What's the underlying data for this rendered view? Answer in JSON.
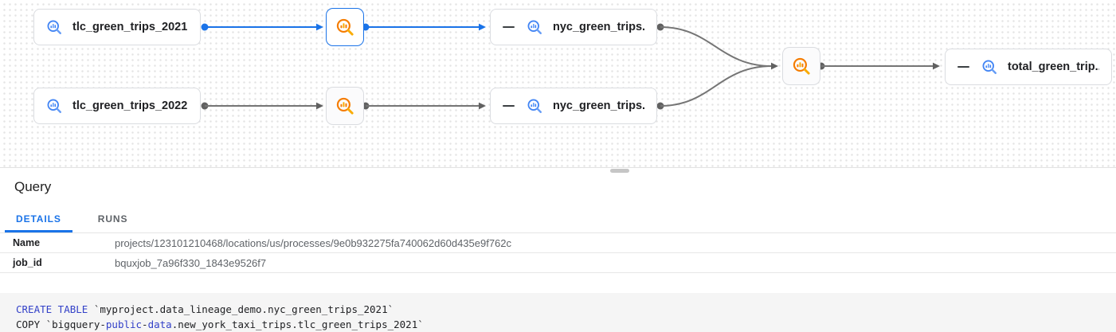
{
  "graph": {
    "nodes": [
      {
        "id": "tlc2021",
        "type": "table",
        "label": "tlc_green_trips_2021"
      },
      {
        "id": "proc1",
        "type": "process",
        "selected": true
      },
      {
        "id": "nyc1",
        "type": "table",
        "label": "nyc_green_trips...",
        "collapsible": true
      },
      {
        "id": "tlc2022",
        "type": "table",
        "label": "tlc_green_trips_2022"
      },
      {
        "id": "proc2",
        "type": "process"
      },
      {
        "id": "nyc2",
        "type": "table",
        "label": "nyc_green_trips...",
        "collapsible": true
      },
      {
        "id": "proc3",
        "type": "process"
      },
      {
        "id": "total",
        "type": "table",
        "label": "total_green_trip...",
        "collapsible": true
      }
    ],
    "icons": {
      "table_icon": "bigquery-magnifier-with-bar-chart (blue)",
      "process_icon": "bigquery-magnifier-with-bar-chart (orange)",
      "collapse_icon": "minus"
    },
    "colors": {
      "edge_highlight": "#1a73e8",
      "edge_default": "#757575",
      "table_icon_blue": "#4285f4",
      "table_icon_blue_light": "#669df6",
      "process_icon_orange": "#f57c00",
      "process_icon_orange_light": "#f9ab00",
      "selected_node_border": "#1a73e8"
    }
  },
  "panel": {
    "title": "Query",
    "tabs": [
      {
        "label": "DETAILS",
        "active": true
      },
      {
        "label": "RUNS",
        "active": false
      }
    ],
    "details": [
      {
        "label": "Name",
        "value": "projects/123101210468/locations/us/processes/9e0b932275fa740062d60d435e9f762c"
      },
      {
        "label": "job_id",
        "value": "bquxjob_7a96f330_1843e9526f7"
      }
    ],
    "code": {
      "keyword_color": "#3341c8",
      "lines": [
        [
          {
            "t": "CREATE TABLE",
            "k": true
          },
          {
            "t": " `myproject.data_lineage_demo.nyc_green_trips_2021`",
            "k": false
          }
        ],
        [
          {
            "t": "COPY `bigquery-",
            "k": false
          },
          {
            "t": "public",
            "k": true
          },
          {
            "t": "-",
            "k": false
          },
          {
            "t": "data",
            "k": true
          },
          {
            "t": ".new_york_taxi_trips.tlc_green_trips_2021`",
            "k": false
          }
        ]
      ]
    }
  }
}
